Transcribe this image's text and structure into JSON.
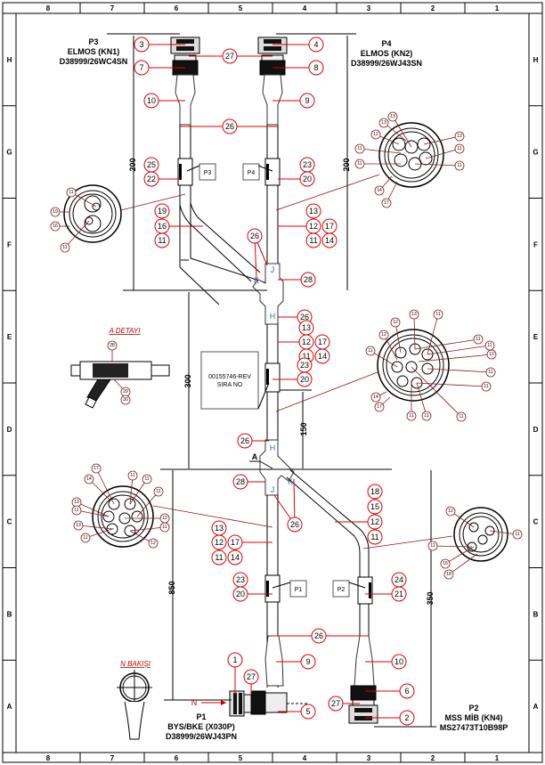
{
  "drawing": {
    "zones": {
      "columns": [
        "8",
        "7",
        "6",
        "5",
        "4",
        "3",
        "2",
        "1"
      ],
      "rows": [
        "H",
        "G",
        "F",
        "E",
        "D",
        "C",
        "B",
        "A"
      ]
    },
    "connectors": {
      "p3": {
        "ref": "P3",
        "name": "ELMOS (KN1)",
        "part": "D38999/26WC4SN"
      },
      "p4": {
        "ref": "P4",
        "name": "ELMOS (KN2)",
        "part": "D38999/26WJ43SN"
      },
      "p1": {
        "ref": "P1",
        "name": "BYS/BKE (X030P)",
        "part": "D38999/26WJ43PN"
      },
      "p2": {
        "ref": "P2",
        "name": "MSS MİB (KN4)",
        "part": "MS27473T10B98P"
      }
    },
    "dimensions": {
      "p3_leg": "200",
      "p4_leg": "200",
      "trunk": "300",
      "breakout": "150",
      "p1_leg": "850",
      "p2_leg": "350"
    },
    "label_box": {
      "line1": "00155746-REV",
      "line2": "SIRA NO"
    },
    "sleeve_tags": {
      "p1": "P1",
      "p2": "P2",
      "p3": "P3",
      "p4": "P4"
    },
    "junction_letters": {
      "h": "H",
      "j": "J",
      "k": "K"
    },
    "section_marker": "A",
    "view_marker": "N",
    "detail_a_title": "A DETAYI",
    "n_view_title": "N BAKIŞI",
    "bubbles": {
      "b3": "3",
      "b4": "4",
      "b27top": "27",
      "b7": "7",
      "b8": "8",
      "b10top": "10",
      "b9top": "9",
      "b26top": "26",
      "b25": "25",
      "b22": "22",
      "b23top": "23",
      "b20top": "20",
      "b19": "19",
      "b16": "16",
      "b11left": "11",
      "b13top": "13",
      "b12top": "12",
      "b17top": "17",
      "b11top": "11",
      "b14top": "14",
      "b26k": "26",
      "b28top": "28",
      "b26h1": "26",
      "b13mid": "13",
      "b12mid": "12",
      "b17mid": "17",
      "b11mid": "11",
      "b14mid": "14",
      "b23mid": "23",
      "b20mid": "20",
      "b26h2": "26",
      "b28bot": "28",
      "b26jk": "26",
      "b13bot": "13",
      "b12bot": "12",
      "b17bot": "17",
      "b11bot": "11",
      "b14bot": "14",
      "b18": "18",
      "b15": "15",
      "b12p2": "12",
      "b11p2": "11",
      "b23bot": "23",
      "b20bot": "20",
      "b24": "24",
      "b21": "21",
      "b26bot": "26",
      "b1": "1",
      "b27p1": "27",
      "b9bot": "9",
      "b5": "5",
      "b10bot": "10",
      "b6": "6",
      "b27p2": "27",
      "b2": "2"
    },
    "sections": {
      "p3": [
        "11",
        "19",
        "16",
        "11"
      ],
      "p4": [
        "13",
        "13",
        "12",
        "12",
        "11",
        "11",
        "11",
        "11",
        "14",
        "17"
      ],
      "trunk": [
        "13",
        "12",
        "12",
        "11",
        "11",
        "11",
        "11",
        "13",
        "11",
        "11",
        "11",
        "11",
        "11",
        "14",
        "17"
      ],
      "p1": [
        "17",
        "14",
        "11",
        "11",
        "11",
        "13",
        "11",
        "13",
        "11",
        "12",
        "11",
        "12"
      ],
      "p2": [
        "12",
        "11",
        "11",
        "15",
        "18"
      ],
      "detail_a": [
        "28",
        "29",
        "30"
      ]
    }
  }
}
